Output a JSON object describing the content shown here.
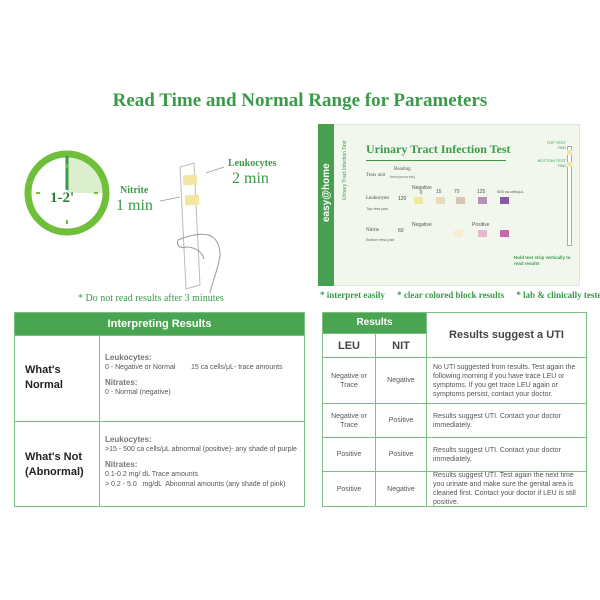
{
  "page_title": "Read Time and Normal Range for Parameters",
  "read_time": {
    "clock_label": "1-2'",
    "nitrite_label": "Nitrite",
    "nitrite_time": "1 min",
    "leuko_label": "Leukocytes",
    "leuko_time": "2 min",
    "warning": "* Do not read results after 3 minutes"
  },
  "product_panel": {
    "title": "Urinary Tract Infection Test",
    "brand": "easy@home",
    "side_text": "Urinary Tract Infection Test",
    "tests_unit": "Tests unit",
    "reading": "Reading",
    "reading_unit": "time(seconds)",
    "leuko_row": "Leukocytes",
    "leuko_time": "120",
    "top_pad": "Top test pad",
    "nitrite_row": "Nitrite",
    "nitrite_time": "60",
    "bottom_pad": "Bottom test pad",
    "scale_leuko": [
      "Negative 0",
      "15",
      "70",
      "125",
      "500 ca cells/μL"
    ],
    "scale_nitrite": [
      "Negative",
      "Positive"
    ],
    "strip_top": "TOP TEST PAD",
    "strip_bottom": "BOTTOM TEST PAD",
    "strip_instr": "Hold test strip vertically to read results"
  },
  "features": [
    "* interpret easily",
    "* clear colored block results",
    "* lab & clinically tested"
  ],
  "left_table": {
    "header": "Interpreting Results",
    "rows": [
      {
        "label": [
          "What's",
          "Normal"
        ],
        "leuko_title": "Leukocytes:",
        "leuko_lines": [
          "0 - Negative or Normal        15 ca cells/μL- trace amounts"
        ],
        "nit_title": "Nitrates:",
        "nit_lines": [
          "0  - Normal (negative)"
        ]
      },
      {
        "label": [
          "What's Not",
          "(Abnormal)"
        ],
        "leuko_title": "Leukocytes:",
        "leuko_lines": [
          ">15 - 500 ca cells/μL abnormal (positive)- any shade of purple"
        ],
        "nit_title": "Nitrates:",
        "nit_lines": [
          "0.1-0.2 mg/ dL Trace amounts",
          "> 0.2 - 5.0   mg/dL  Abnormal amounts (any shade of pink)"
        ]
      }
    ]
  },
  "right_table": {
    "results_header": "Results",
    "suggest_header": "Results suggest a UTI",
    "col_leu": "LEU",
    "col_nit": "NIT",
    "rows": [
      {
        "leu": "Negative or Trace",
        "nit": "Negative",
        "msg": "No UTI suggested from results. Test again the following morning if you have trace LEU or symptoms. If you get trace LEU again or symptoms persist, contact your doctor."
      },
      {
        "leu": "Negative or Trace",
        "nit": "Positive",
        "msg": "Results suggest UTI. Contact your doctor immediately."
      },
      {
        "leu": "Positive",
        "nit": "Positive",
        "msg": "Results suggest UTI. Contact your doctor immediately."
      },
      {
        "leu": "Positive",
        "nit": "Negative",
        "msg": "Results suggest UTI. Test again the next time you urinate and make sure the genital area is cleaned first. Contact your doctor if LEU is still positive."
      }
    ]
  },
  "colors": {
    "brand_green": "#3a9a4a",
    "header_green": "#4aa552",
    "pad_yellow": "#f3e6a0",
    "pad_purple": "#8a5aa8",
    "pad_pink": "#c56aa8"
  }
}
